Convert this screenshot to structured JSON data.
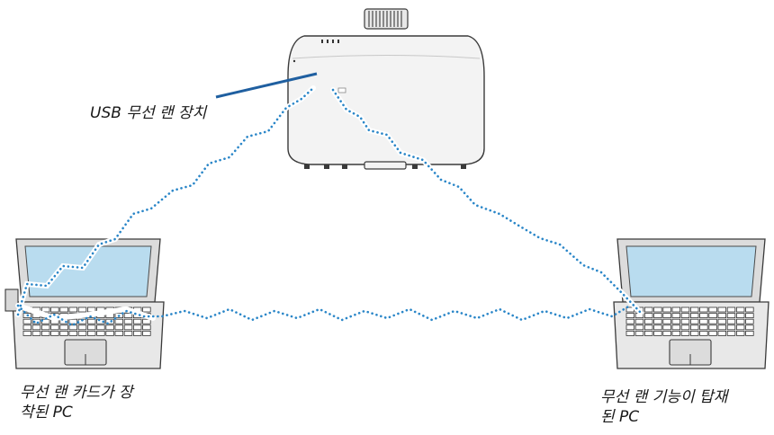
{
  "labels": {
    "usb_device": "USB 무선 랜 장치",
    "left_pc_line1": "무선 랜 카드가 장",
    "left_pc_line2": "착된 PC",
    "right_pc_line1": "무선 랜 기능이 탑재",
    "right_pc_line2": "된 PC"
  },
  "colors": {
    "signal": "#2a86c8",
    "callout": "#1f5fa0",
    "screen": "#b9dcef",
    "device_body": "#f2f2f2",
    "outline": "#3a3a3a"
  }
}
